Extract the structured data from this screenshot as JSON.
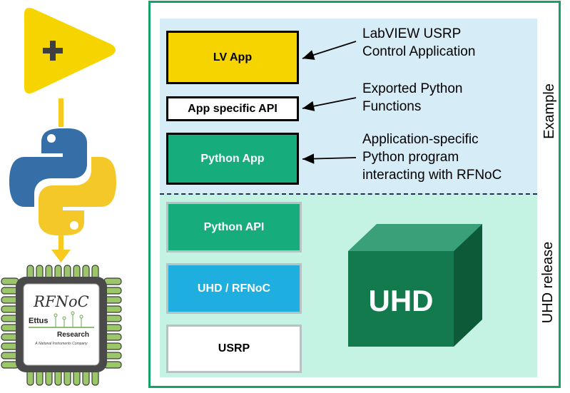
{
  "logo": {
    "rfnoc_text": "RFNoC",
    "ettus_text": "Ettus",
    "research_text": "Research",
    "company_text": "A National Instruments Company"
  },
  "example_section": {
    "label": "Example",
    "boxes": {
      "lv_app": "LV App",
      "app_api": "App specific API",
      "python_app": "Python App"
    },
    "notes": {
      "lv_app": [
        "LabVIEW USRP",
        "Control Application"
      ],
      "app_api": [
        "Exported Python",
        "Functions"
      ],
      "python_app": [
        "Application-specific",
        "Python program",
        "interacting with RFNoC"
      ]
    }
  },
  "uhd_section": {
    "label": "UHD release",
    "boxes": {
      "python_api": "Python API",
      "uhd_rfnoc": "UHD / RFNoC",
      "usrp": "USRP"
    },
    "cube_label": "UHD"
  },
  "colors": {
    "frame": "#16a06a",
    "labview_yellow": "#f5d400",
    "python_green": "#17ac7c",
    "uhd_blue": "#1eaee0",
    "example_bg": "#d6edf7",
    "uhd_bg": "#c4f3e3",
    "cube": "#127a4c"
  },
  "icons": [
    "labview-plus-icon",
    "python-logo-icon",
    "rfnoc-chip-icon"
  ]
}
